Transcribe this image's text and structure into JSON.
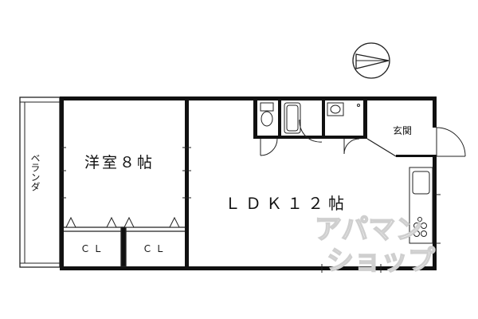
{
  "rooms": {
    "western_room": "洋室８帖",
    "ldk": "ＬＤＫ１２帖",
    "entrance": "玄関",
    "balcony": "ベランダ",
    "closet_left": "ＣＬ",
    "closet_right": "ＣＬ"
  },
  "watermark": {
    "line1": "アパマン",
    "line2": "ショップ"
  },
  "icons": {
    "compass": "north-arrow-icon",
    "stove": "gas-burner-icon"
  }
}
